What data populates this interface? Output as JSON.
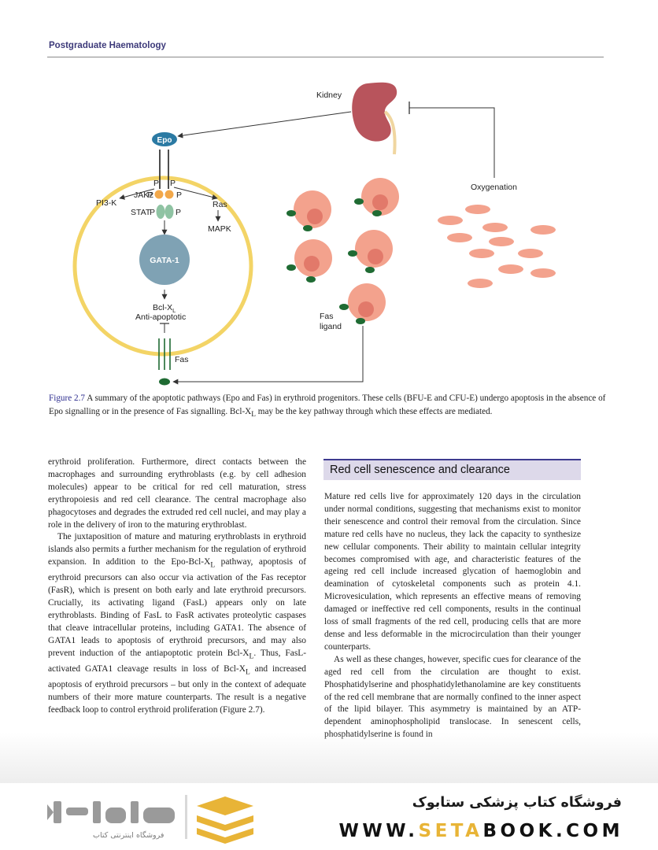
{
  "header": {
    "running_head": "Postgraduate Haematology"
  },
  "figure": {
    "labels": {
      "kidney": "Kidney",
      "epo": "Epo",
      "oxygenation": "Oxygenation",
      "jak2": "JAK2",
      "p": "P",
      "pi3k": "PI3-K",
      "ras": "Ras",
      "mapk": "MAPK",
      "stat": "STAT",
      "gata1": "GATA-1",
      "bcl_xl": "Bcl-X",
      "bcl_sub": "L",
      "anti_apoptotic": "Anti-apoptotic",
      "fas": "Fas",
      "fas_ligand_1": "Fas",
      "fas_ligand_2": "ligand"
    },
    "colors": {
      "cell_ring": "#f3d466",
      "epo": "#2b7aa3",
      "gata": "#7fa2b4",
      "stat": "#8fc3a3",
      "jak": "#f2a84a",
      "red_cell": "#f3a28d",
      "nucleus": "#e2796a",
      "fas_green": "#1f6b33",
      "kidney": "#b8545c"
    },
    "caption": {
      "label": "Figure 2.7",
      "text_1": "A summary of the apoptotic pathways (Epo and Fas) in erythroid progenitors. These cells (BFU-E and CFU-E) undergo apoptosis in the absence of Epo signalling or in the presence of Fas signalling. Bcl-X",
      "sub": "L",
      "text_2": " may be the key pathway through which these effects are mediated."
    }
  },
  "left_column": {
    "p1": "erythroid proliferation. Furthermore, direct contacts between the macrophages and surrounding erythroblasts (e.g. by cell adhesion molecules) appear to be critical for red cell maturation, stress erythropoiesis and red cell clearance. The central macrophage also phagocytoses and degrades the extruded red cell nuclei, and may play a role in the delivery of iron to the maturing erythroblast.",
    "p2_a": "The juxtaposition of mature and maturing erythroblasts in erythroid islands also permits a further mechanism for the regulation of erythroid expansion. In addition to the Epo-Bcl-X",
    "p2_sub1": "L",
    "p2_b": " pathway, apoptosis of erythroid precursors can also occur via activation of the Fas receptor (FasR), which is present on both early and late erythroid precursors. Crucially, its activating ligand (FasL) appears only on late erythroblasts. Binding of FasL to FasR activates proteolytic caspases that cleave intracellular proteins, including GATA1. The absence of GATA1 leads to apoptosis of erythroid precursors, and may also prevent induction of the antiapoptotic protein Bcl-X",
    "p2_sub2": "L",
    "p2_c": ". Thus, FasL-activated GATA1 cleavage results in loss of Bcl-X",
    "p2_sub3": "L",
    "p2_d": " and increased apoptosis of erythroid precursors – but only in the context of adequate numbers of their more mature counterparts. The result is a negative feedback loop to control erythroid proliferation (Figure 2.7)."
  },
  "right_column": {
    "heading": "Red cell senescence and clearance",
    "p1": "Mature red cells live for approximately 120 days in the circulation under normal conditions, suggesting that mechanisms exist to monitor their senescence and control their removal from the circulation. Since mature red cells have no nucleus, they lack the capacity to synthesize new cellular components. Their ability to maintain cellular integrity becomes compromised with age, and characteristic features of the ageing red cell include increased glycation of haemoglobin and deamination of cytoskeletal components such as protein 4.1. Microvesiculation, which represents an effective means of removing damaged or ineffective red cell components, results in the continual loss of small fragments of the red cell, producing cells that are more dense and less deformable in the microcirculation than their younger counterparts.",
    "p2": "As well as these changes, however, specific cues for clearance of the aged red cell from the circulation are thought to exist. Phosphatidylserine and phosphatidylethanolamine are key constituents of the red cell membrane that are normally confined to the inner aspect of the lipid bilayer. This asymmetry is maintained by an ATP-dependent aminophospholipid translocase. In senescent cells, phosphatidylserine is found in"
  },
  "footer": {
    "logo_text": "ستابوک",
    "logo_sub": "فروشگاه اینترنتی کتاب",
    "store_name": "فروشگاه کتاب پزشکی ستابوک",
    "url_a": "WWW.",
    "url_b": "SETA",
    "url_c": "BOOK.COM",
    "accent": "#e8b437"
  }
}
